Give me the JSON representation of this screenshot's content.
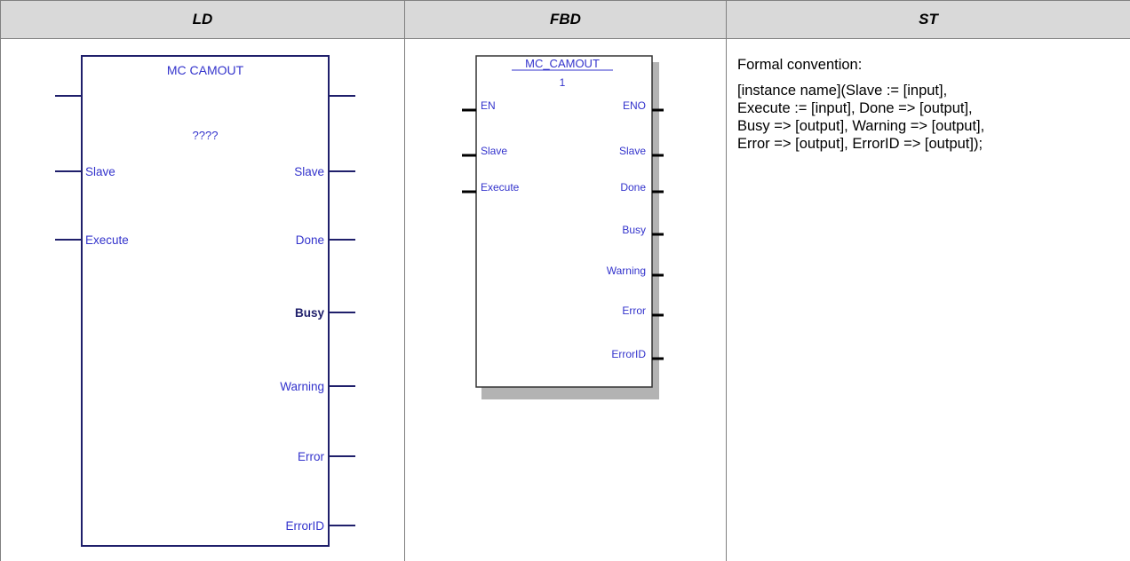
{
  "table": {
    "headers": [
      "LD",
      "FBD",
      "ST"
    ]
  },
  "ld": {
    "block_title": "MC CAMOUT",
    "instance": "????",
    "inputs": [
      "Slave",
      "Execute"
    ],
    "outputs": [
      "Slave",
      "Done",
      "Busy",
      "Warning",
      "Error",
      "ErrorID"
    ]
  },
  "fbd": {
    "block_title": "MC_CAMOUT",
    "instance": "1",
    "inputs": [
      "EN",
      "Slave",
      "Execute"
    ],
    "outputs": [
      "ENO",
      "Slave",
      "Done",
      "Busy",
      "Warning",
      "Error",
      "ErrorID"
    ]
  },
  "st": {
    "heading": "Formal convention:",
    "call": "[instance name](Slave := [input],\nExecute := [input], Done => [output],\nBusy => [output], Warning => [output],\nError => [output], ErrorID  => [output]);"
  },
  "colors": {
    "block_border": "#1f1f6b",
    "pin_text": "#3333cc",
    "header_bg": "#d9d9d9"
  }
}
